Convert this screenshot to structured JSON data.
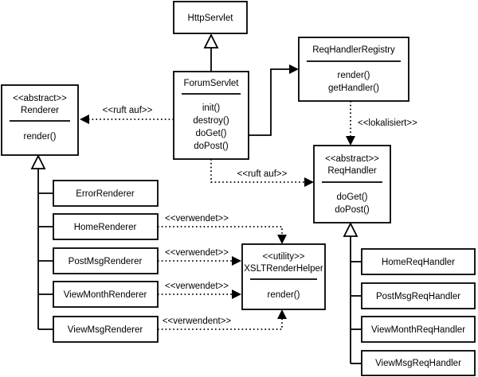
{
  "classes": {
    "http_servlet": {
      "name": "HttpServlet"
    },
    "forum_servlet": {
      "name": "ForumServlet",
      "methods": [
        "init()",
        "destroy()",
        "doGet()",
        "doPost()"
      ]
    },
    "req_handler_registry": {
      "name": "ReqHandlerRegistry",
      "methods": [
        "render()",
        "getHandler()"
      ]
    },
    "renderer": {
      "stereotype": "<<abstract>>",
      "name": "Renderer",
      "methods": [
        "render()"
      ]
    },
    "req_handler": {
      "stereotype": "<<abstract>>",
      "name": "ReqHandler",
      "methods": [
        "doGet()",
        "doPost()"
      ]
    },
    "xslt_render_helper": {
      "stereotype": "<<utility>>",
      "name": "XSLTRenderHelper",
      "methods": [
        "render()"
      ]
    },
    "error_renderer": {
      "name": "ErrorRenderer"
    },
    "home_renderer": {
      "name": "HomeRenderer"
    },
    "post_msg_renderer": {
      "name": "PostMsgRenderer"
    },
    "view_month_renderer": {
      "name": "ViewMonthRenderer"
    },
    "view_msg_renderer": {
      "name": "ViewMsgRenderer"
    },
    "home_req_handler": {
      "name": "HomeReqHandler"
    },
    "post_msg_req_handler": {
      "name": "PostMsgReqHandler"
    },
    "view_month_req_handler": {
      "name": "ViewMonthReqHandler"
    },
    "view_msg_req_handler": {
      "name": "ViewMsgReqHandler"
    }
  },
  "relations": {
    "ruft_auf_renderer": "<<ruft auf>>",
    "ruft_auf_req_handler": "<<ruft auf>>",
    "lokalisiert": "<<lokalisiert>>",
    "verwendet_home": "<<verwendet>>",
    "verwendet_post_msg": "<<verwendet>>",
    "verwendet_view_month": "<<verwendet>>",
    "verwendent_view_msg": "<<verwendent>>"
  }
}
